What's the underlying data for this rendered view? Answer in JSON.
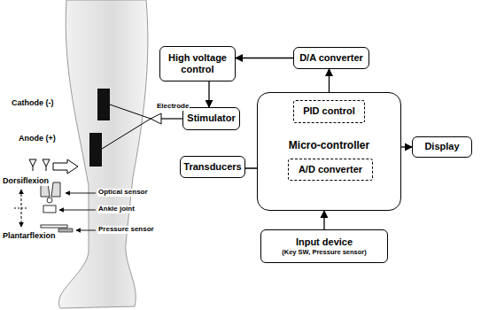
{
  "diagram": {
    "nodes": [
      {
        "text": [
          "High voltage control"
        ]
      },
      {
        "text": [
          "D/A converter"
        ]
      },
      {
        "text": [
          "Stimulator"
        ]
      },
      {
        "text": [
          "Micro-controller"
        ]
      },
      {
        "text": [
          "PID control"
        ],
        "in": 3
      },
      {
        "text": [
          "Transducers"
        ]
      },
      {
        "text": [
          "A/D converter"
        ],
        "in": 3
      },
      {
        "text": [
          "Display"
        ]
      },
      {
        "text": [
          "Input device",
          "(Key SW, Pressure sensor)"
        ]
      }
    ],
    "edges": [
      {
        "from": 1,
        "to": 0,
        "arrow": "to"
      },
      {
        "from": 0,
        "to": 2,
        "arrow": "to"
      },
      {
        "from": 4,
        "to": 1,
        "arrow": "to"
      },
      {
        "from": 5,
        "to": 6,
        "arrow": "to"
      },
      {
        "from": 3,
        "to": 7,
        "arrow": "to"
      },
      {
        "from": 8,
        "to": 3,
        "arrow": "to"
      }
    ],
    "labels": [
      "Cathode (-)",
      "Anode (+)",
      "Electrode",
      "Dorsiflexion",
      "Plantarflexion",
      "Optical sensor",
      "Ankle joint",
      "Pressure sensor"
    ]
  }
}
